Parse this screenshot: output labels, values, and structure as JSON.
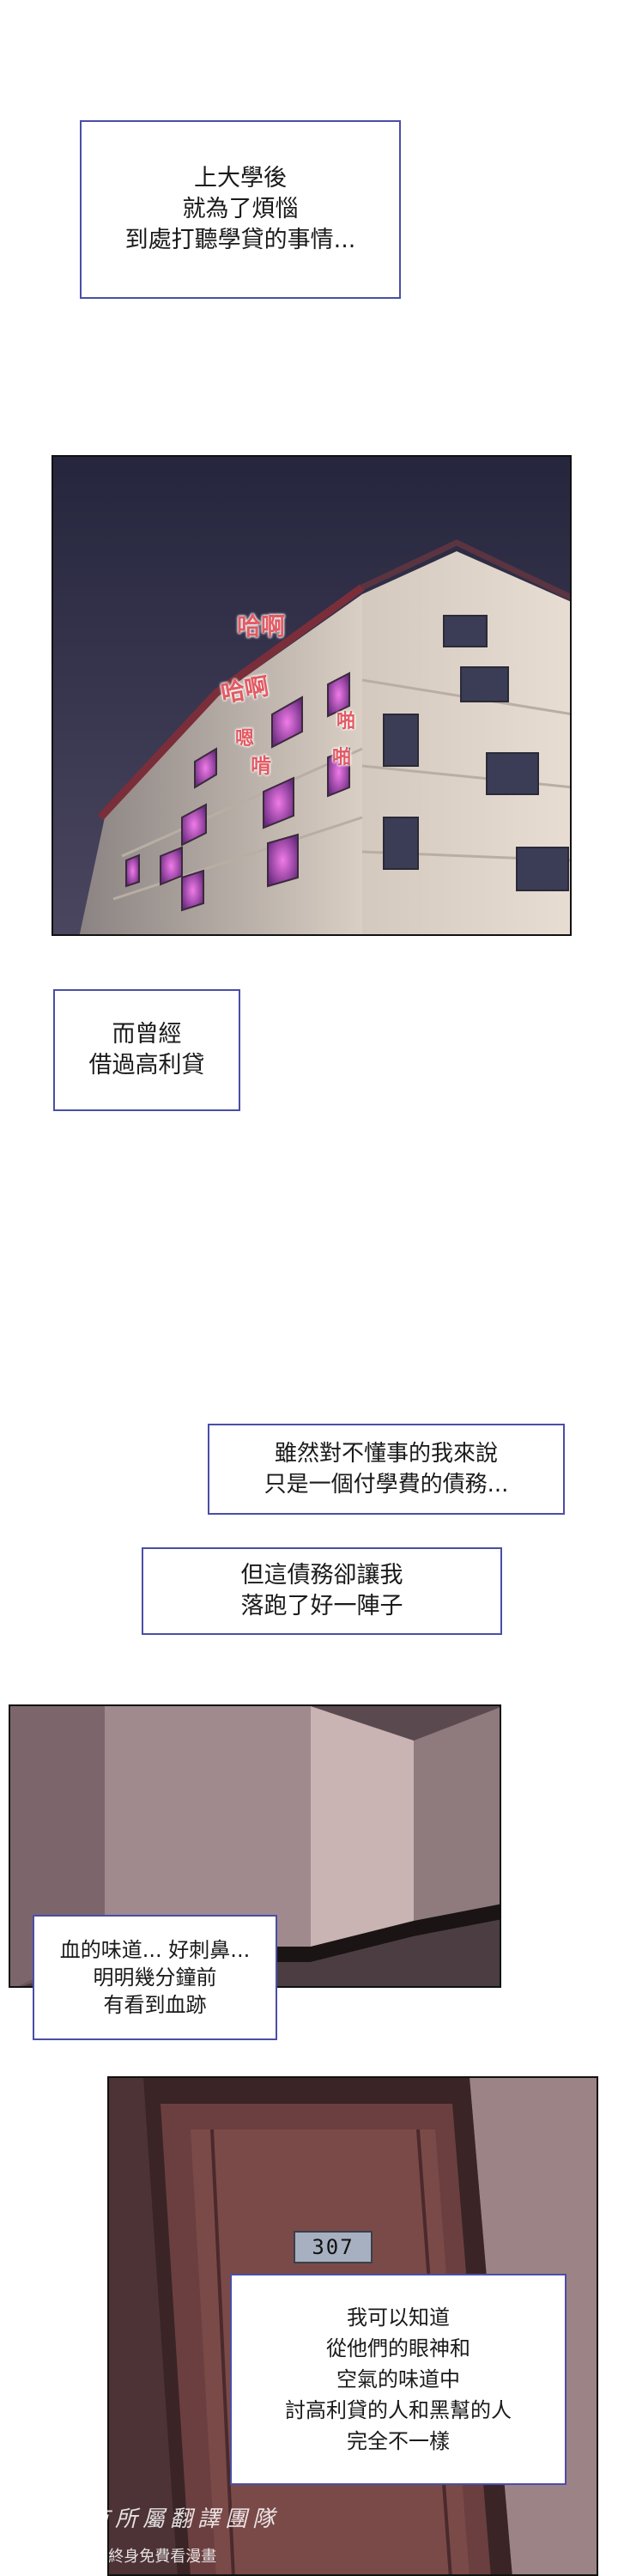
{
  "captions": {
    "intro": [
      "上大學後",
      "就為了煩惱",
      "到處打聽學貸的事情..."
    ],
    "borrowed": [
      "而曾經",
      "借過高利貸"
    ],
    "debt": [
      "雖然對不懂事的我來說",
      "只是一個付學費的債務..."
    ],
    "ran": [
      "但這債務卻讓我",
      "落跑了好一陣子"
    ],
    "blood": [
      "血的味道... 好刺鼻...",
      "明明幾分鐘前",
      "有看到血跡"
    ],
    "know": [
      "我可以知道",
      "從他們的眼神和",
      "空氣的味道中",
      "討高利貸的人和黑幫的人",
      "完全不一樣"
    ]
  },
  "sound_effects": {
    "s1": "哈啊",
    "s2": "哈啊",
    "s3": "嗯",
    "s4": "啃",
    "s5": "啪",
    "s6": "啪"
  },
  "door": {
    "number": "307"
  },
  "watermark": {
    "line1": "心有所屬翻譯團隊",
    "line2": "加入VIP，終身免費看漫畫"
  },
  "colors": {
    "caption_border": "#4a4ea6",
    "night_sky": "#2b2c45",
    "building": "#d8cfc6",
    "window_glow": "#b04fc4",
    "sfx": "#e25b63",
    "hall_wall": "#8a7277",
    "door": "#7a4a49"
  }
}
